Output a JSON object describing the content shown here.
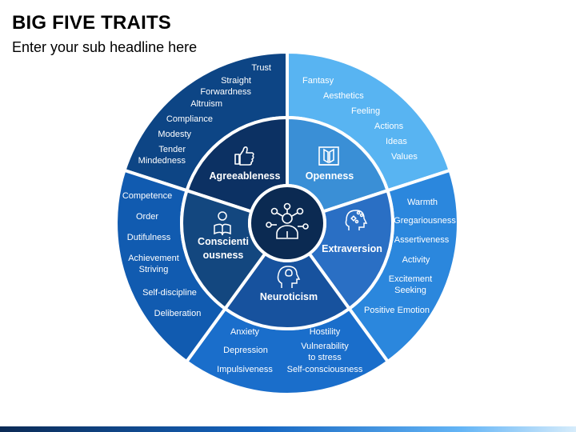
{
  "title": "BIG FIVE TRAITS",
  "subtitle": "Enter your sub headline here",
  "colors": {
    "openness_outer": "#58b4f2",
    "openness_inner": "#3a8fd6",
    "extraversion_outer": "#2b87dd",
    "extraversion_inner": "#2a6fc4",
    "neuroticism_outer": "#1a6ecb",
    "neuroticism_inner": "#17529e",
    "conscientiousness_outer": "#115bb0",
    "conscientiousness_inner": "#13477f",
    "agreeableness_outer": "#0d4585",
    "agreeableness_inner": "#0c3163",
    "center": "#0b2a52"
  },
  "segments": [
    {
      "name": "Agreeableness",
      "icon": "thumbs-up-icon",
      "label_lines": [
        "Agreeableness"
      ],
      "facets": [
        [
          "Trust"
        ],
        [
          "Straight",
          "Forwardness"
        ],
        [
          "Altruism"
        ],
        [
          "Compliance"
        ],
        [
          "Modesty"
        ],
        [
          "Tender",
          "Mindedness"
        ]
      ]
    },
    {
      "name": "Openness",
      "icon": "door-icon",
      "label_lines": [
        "Openness"
      ],
      "facets": [
        [
          "Fantasy"
        ],
        [
          "Aesthetics"
        ],
        [
          "Feeling"
        ],
        [
          "Actions"
        ],
        [
          "Ideas"
        ],
        [
          "Values"
        ]
      ]
    },
    {
      "name": "Extraversion",
      "icon": "head-ideas-icon",
      "label_lines": [
        "Extraversion"
      ],
      "facets": [
        [
          "Warmth"
        ],
        [
          "Gregariousness"
        ],
        [
          "Assertiveness"
        ],
        [
          "Activity"
        ],
        [
          "Excitement",
          "Seeking"
        ],
        [
          "Positive Emotion"
        ]
      ]
    },
    {
      "name": "Neuroticism",
      "icon": "head-brain-icon",
      "label_lines": [
        "Neuroticism"
      ],
      "facets": [
        [
          "Anxiety"
        ],
        [
          "Depression"
        ],
        [
          "Impulsiveness"
        ],
        [
          "Hostility"
        ],
        [
          "Vulnerability",
          "to stress"
        ],
        [
          "Self-consciousness"
        ]
      ]
    },
    {
      "name": "Conscientiousness",
      "icon": "reading-person-icon",
      "label_lines": [
        "Conscienti",
        "ousness"
      ],
      "facets": [
        [
          "Competence"
        ],
        [
          "Order"
        ],
        [
          "Dutifulness"
        ],
        [
          "Achievement",
          "Striving"
        ],
        [
          "Self-discipline"
        ],
        [
          "Deliberation"
        ]
      ]
    }
  ],
  "center_icon": "person-network-icon"
}
